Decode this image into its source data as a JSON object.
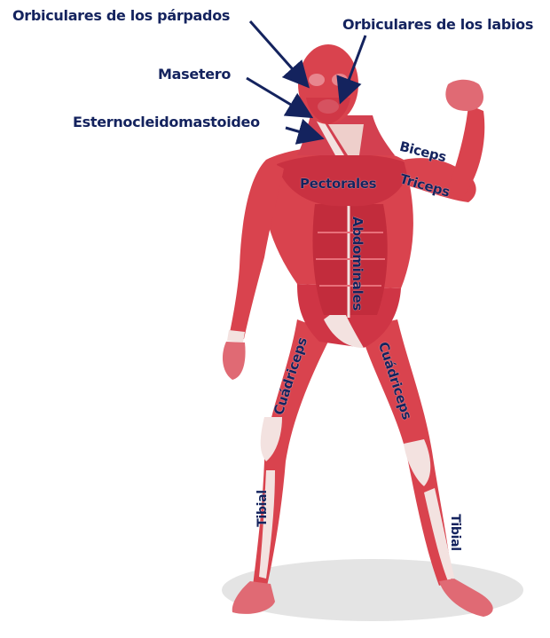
{
  "labels": {
    "orbiculares_parpados": "Orbiculares de los párpados",
    "orbiculares_labios": "Orbiculares de los labios",
    "masetero": "Masetero",
    "esternocleidomastoideo": "Esternocleidomastoideo",
    "pectorales": "Pectorales",
    "biceps": "Biceps",
    "triceps": "Triceps",
    "abdominales": "Abdominales",
    "cuadriceps_left": "Cuádriceps",
    "cuadriceps_right": "Cuádriceps",
    "tibial_left": "Tibial",
    "tibial_right": "Tibial"
  },
  "colors": {
    "muscle": "#d9434e",
    "muscle_dark": "#b8283a",
    "muscle_light": "#e8707a",
    "tendon": "#f4e6e4",
    "label": "#14235e",
    "shadow": "#d6d6d6"
  }
}
